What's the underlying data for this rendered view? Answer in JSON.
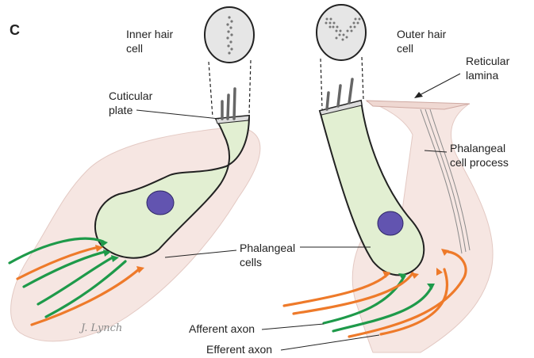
{
  "figure": {
    "panel_letter": "C",
    "signature": "J. Lynch",
    "colors": {
      "support_cell": "#f6e6e2",
      "hair_cell": "#e2efd2",
      "nucleus": "#6254b0",
      "afferent": "#1e9a4a",
      "efferent": "#ee7a2a",
      "stereocilia": "#666666",
      "outline": "#222222"
    },
    "labels": {
      "inner_hair_cell_1": "Inner hair",
      "inner_hair_cell_2": "cell",
      "outer_hair_cell_1": "Outer hair",
      "outer_hair_cell_2": "cell",
      "reticular_lamina_1": "Reticular",
      "reticular_lamina_2": "lamina",
      "cuticular_plate_1": "Cuticular",
      "cuticular_plate_2": "plate",
      "phalangeal_process_1": "Phalangeal",
      "phalangeal_process_2": "cell process",
      "phalangeal_cells_1": "Phalangeal",
      "phalangeal_cells_2": "cells",
      "afferent_axon": "Afferent axon",
      "efferent_axon": "Efferent axon"
    }
  }
}
